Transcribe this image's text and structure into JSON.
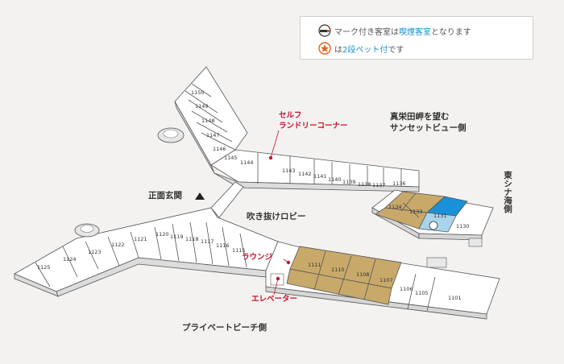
{
  "legend": {
    "smoking_pre": "マーク付き客室は",
    "smoking_hl": "喫煙客室",
    "smoking_post": "となります",
    "pet_pre": "は",
    "pet_hl": "2段ペット付",
    "pet_post": "です"
  },
  "labels": {
    "sunset_line1": "真栄田岬を望む",
    "sunset_line2": "サンセットビュー側",
    "east_china_sea": "東シナ海側",
    "main_entrance": "正面玄関",
    "atrium_lobby": "吹き抜けロビー",
    "laundry_line1": "セルフ",
    "laundry_line2": "ランドリーコーナー",
    "lounge": "ラウンジ",
    "elevator": "エレベーター",
    "private_beach": "プライベートビーチ側"
  },
  "rooms": {
    "r1150": "1150",
    "r1149": "1149",
    "r1148": "1148",
    "r1147": "1147",
    "r1146": "1146",
    "r1145": "1145",
    "r1144": "1144",
    "r1143": "1143",
    "r1142": "1142",
    "r1141": "1141",
    "r1140": "1140",
    "r1139": "1139",
    "r1138": "1138",
    "r1137": "1137",
    "r1136": "1136",
    "r1134": "1134",
    "r1133": "1133",
    "r1131": "1131",
    "r1130": "1130",
    "r1125": "1125",
    "r1124": "1124",
    "r1123": "1123",
    "r1122": "1122",
    "r1121": "1121",
    "r1120": "1120",
    "r1119": "1119",
    "r1118": "1118",
    "r1117": "1117",
    "r1116": "1116",
    "r1115": "1115",
    "r1111": "1111",
    "r1110": "1110",
    "r1108": "1108",
    "r1107": "1107",
    "r1106": "1106",
    "r1105": "1105",
    "r1101": "1101"
  },
  "colors": {
    "floor": "#ffffff",
    "outline": "#555555",
    "pet_room": "#c8a96a",
    "smoking_room": "#1a90d8",
    "light_blue_room": "#a8d4ec",
    "label_red": "#c8102e",
    "accent_orange": "#e8601c"
  }
}
